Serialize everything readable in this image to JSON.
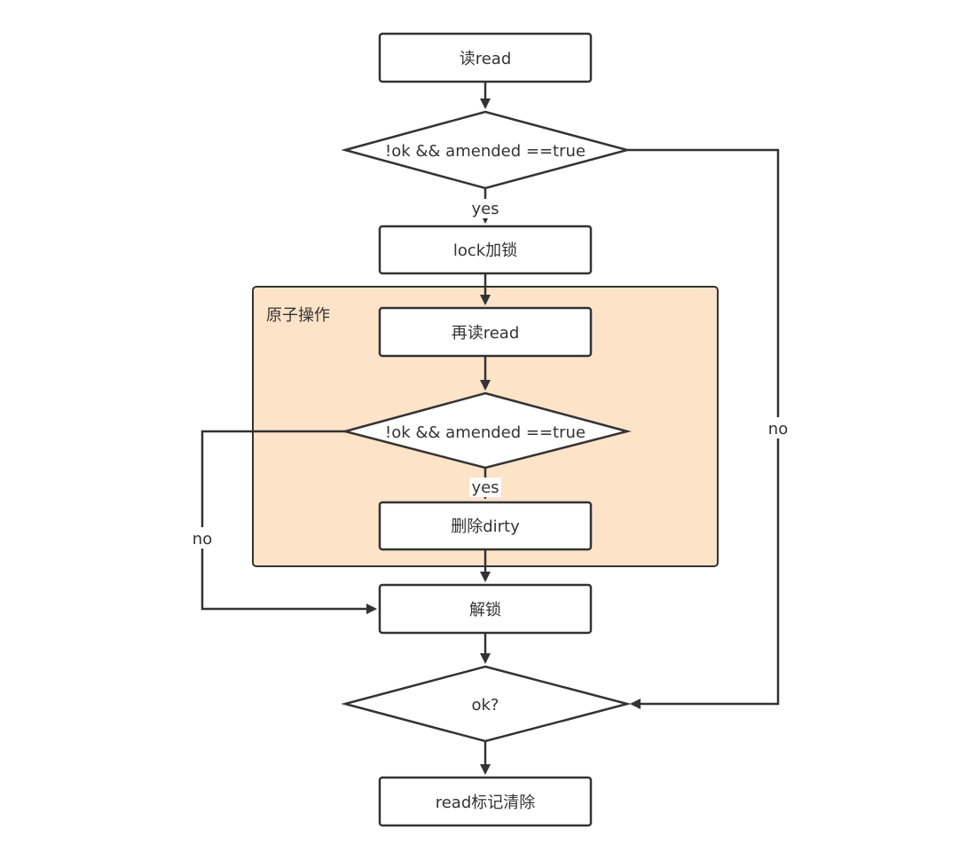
{
  "group": {
    "label": "原子操作",
    "fill": "#fde3c8"
  },
  "nodes": {
    "read": "读read",
    "check1": "!ok && amended ==true",
    "lock": "lock加锁",
    "reread": "再读read",
    "check2": "!ok && amended ==true",
    "delete_dirty": "删除dirty",
    "unlock": "解锁",
    "ok_check": "ok?",
    "clear_mark": "read标记清除"
  },
  "edges": {
    "yes_1": "yes",
    "no_right": "no",
    "yes_2": "yes",
    "no_left": "no"
  },
  "colors": {
    "stroke": "#333333",
    "text": "#333333",
    "group_fill": "#fde3c8"
  }
}
